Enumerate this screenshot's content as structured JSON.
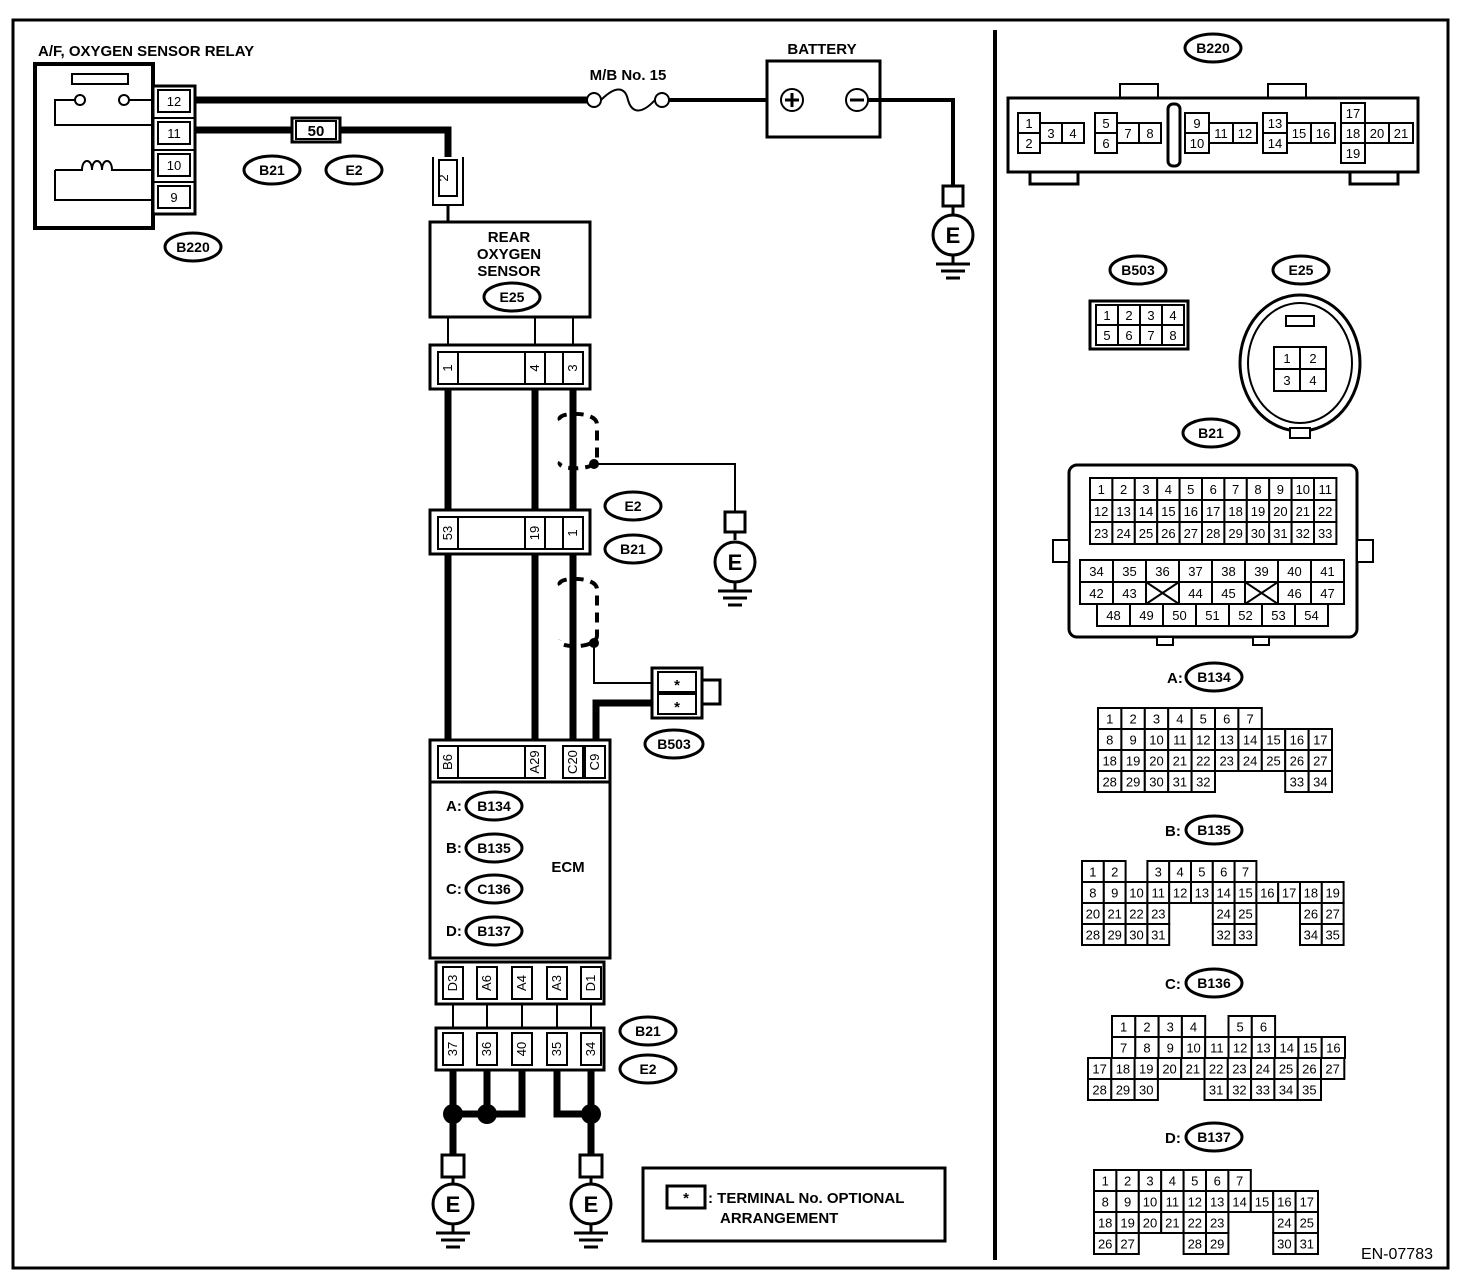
{
  "relay": {
    "title": "A/F, OXYGEN SENSOR RELAY",
    "pins": [
      "12",
      "11",
      "10",
      "9"
    ],
    "connector": "B220"
  },
  "fuse": {
    "label": "M/B No. 15",
    "inline": "50"
  },
  "battery": {
    "label": "BATTERY",
    "plus": "⊕",
    "minus": "⊖"
  },
  "ground_symbol": "E",
  "tags": {
    "b21": "B21",
    "e2": "E2"
  },
  "sensor": {
    "line1": "REAR",
    "line2": "OXYGEN",
    "line3": "SENSOR",
    "connector": "E25",
    "top_pin": "2",
    "pins": [
      "1",
      "4",
      "3"
    ]
  },
  "joint1": {
    "pins": [
      "53",
      "19",
      "1"
    ],
    "tags": [
      "E2",
      "B21"
    ]
  },
  "ecm": {
    "label": "ECM",
    "pins_top": [
      "B6",
      "A29",
      "C20",
      "C9"
    ],
    "connectors": [
      {
        "prefix": "A:",
        "id": "B134"
      },
      {
        "prefix": "B:",
        "id": "B135"
      },
      {
        "prefix": "C:",
        "id": "C136"
      },
      {
        "prefix": "D:",
        "id": "B137"
      }
    ],
    "pins_bottom": [
      "D3",
      "A6",
      "A4",
      "A3",
      "D1"
    ]
  },
  "b503_optional": {
    "pins": [
      "*",
      "*"
    ],
    "connector": "B503"
  },
  "joint2": {
    "pins": [
      "37",
      "36",
      "40",
      "35",
      "34"
    ],
    "tags": [
      "B21",
      "E2"
    ]
  },
  "legend": {
    "star": "*",
    "line1": ": TERMINAL No. OPTIONAL",
    "line2": "ARRANGEMENT"
  },
  "code": "EN-07783",
  "right": {
    "b220": {
      "title": "B220",
      "groups": [
        [
          "1",
          "2",
          "3",
          "4"
        ],
        [
          "5",
          "6",
          "7",
          "8"
        ],
        [
          "9",
          "10",
          "11",
          "12"
        ],
        [
          "13",
          "14",
          "15",
          "16"
        ],
        [
          "17",
          "18",
          "19",
          "20",
          "21"
        ]
      ]
    },
    "b503": {
      "title": "B503",
      "rows": [
        [
          "1",
          "2",
          "3",
          "4"
        ],
        [
          "5",
          "6",
          "7",
          "8"
        ]
      ]
    },
    "e25": {
      "title": "E25",
      "rows": [
        [
          "1",
          "2"
        ],
        [
          "3",
          "4"
        ]
      ]
    },
    "b21": {
      "title": "B21",
      "rows_top": [
        [
          "1",
          "2",
          "3",
          "4",
          "5",
          "6",
          "7",
          "8",
          "9",
          "10",
          "11"
        ],
        [
          "12",
          "13",
          "14",
          "15",
          "16",
          "17",
          "18",
          "19",
          "20",
          "21",
          "22"
        ],
        [
          "23",
          "24",
          "25",
          "26",
          "27",
          "28",
          "29",
          "30",
          "31",
          "32",
          "33"
        ]
      ],
      "rows_bottom": [
        [
          "34",
          "35",
          "36",
          "37",
          "38",
          "39",
          "40",
          "41"
        ],
        [
          "42",
          "43",
          "",
          "44",
          "45",
          "",
          "46",
          "47"
        ],
        [
          "48",
          "49",
          "50",
          "51",
          "52",
          "53",
          "54"
        ]
      ]
    },
    "b134": {
      "title": "A: B134",
      "rows": [
        [
          "1",
          "2",
          "3",
          "4",
          "5",
          "6",
          "7"
        ],
        [
          "8",
          "9",
          "10",
          "11",
          "12",
          "13",
          "14",
          "15",
          "16",
          "17"
        ],
        [
          "18",
          "19",
          "20",
          "21",
          "22",
          "23",
          "24",
          "25",
          "26",
          "27"
        ],
        [
          "28",
          "29",
          "30",
          "31",
          "32",
          "",
          "",
          "",
          "33",
          "34"
        ]
      ]
    },
    "b135": {
      "title": "B: B135",
      "rows": [
        [
          "1",
          "2",
          "",
          "3",
          "4",
          "5",
          "6",
          "7"
        ],
        [
          "8",
          "9",
          "10",
          "11",
          "12",
          "13",
          "14",
          "15",
          "16",
          "17",
          "18",
          "19"
        ],
        [
          "20",
          "21",
          "22",
          "23",
          "",
          "",
          "24",
          "25",
          "",
          "",
          "26",
          "27"
        ],
        [
          "28",
          "29",
          "30",
          "31",
          "",
          "",
          "32",
          "33",
          "",
          "",
          "34",
          "35"
        ]
      ]
    },
    "b136": {
      "title": "C: B136",
      "rows": [
        [
          "1",
          "2",
          "3",
          "4",
          "",
          "5",
          "6"
        ],
        [
          "7",
          "8",
          "9",
          "10",
          "11",
          "12",
          "13",
          "14",
          "15",
          "16"
        ],
        [
          "17",
          "18",
          "19",
          "20",
          "21",
          "22",
          "23",
          "24",
          "25",
          "26",
          "27"
        ],
        [
          "28",
          "29",
          "30",
          "",
          "",
          "31",
          "32",
          "33",
          "34",
          "35"
        ]
      ]
    },
    "b137": {
      "title": "D: B137",
      "rows": [
        [
          "1",
          "2",
          "3",
          "4",
          "5",
          "6",
          "7"
        ],
        [
          "8",
          "9",
          "10",
          "11",
          "12",
          "13",
          "14",
          "15",
          "16",
          "17"
        ],
        [
          "18",
          "19",
          "20",
          "21",
          "22",
          "23",
          "",
          "",
          "24",
          "25"
        ],
        [
          "26",
          "27",
          "",
          "",
          "28",
          "29",
          "",
          "",
          "30",
          "31"
        ]
      ]
    }
  }
}
